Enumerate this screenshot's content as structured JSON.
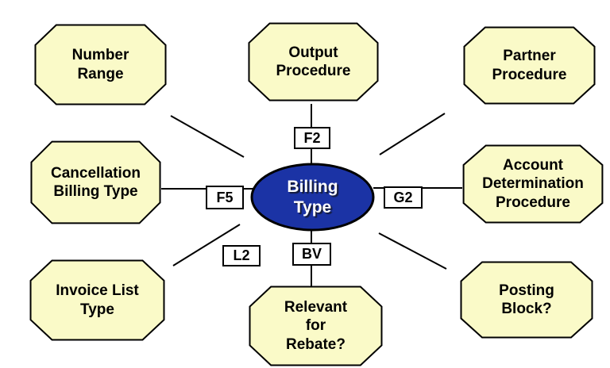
{
  "colors": {
    "node_fill": "#FAFAC8",
    "node_border": "#000000",
    "center_fill": "#1B33A5",
    "center_text": "#FFFFFF",
    "connector_box_fill": "#FFFFFF",
    "line_color": "#000000"
  },
  "center": {
    "label": "Billing\nType"
  },
  "nodes": {
    "number_range": {
      "label": "Number\nRange"
    },
    "output_procedure": {
      "label": "Output\nProcedure"
    },
    "partner_procedure": {
      "label": "Partner\nProcedure"
    },
    "cancellation_billing_type": {
      "label": "Cancellation\nBilling Type"
    },
    "account_determination_procedure": {
      "label": "Account\nDetermination\nProcedure"
    },
    "invoice_list_type": {
      "label": "Invoice List\nType"
    },
    "relevant_for_rebate": {
      "label": "Relevant\nfor\nRebate?"
    },
    "posting_block": {
      "label": "Posting\nBlock?"
    }
  },
  "connector_labels": {
    "f2": "F2",
    "g2": "G2",
    "f5": "F5",
    "l2": "L2",
    "bv": "BV"
  }
}
